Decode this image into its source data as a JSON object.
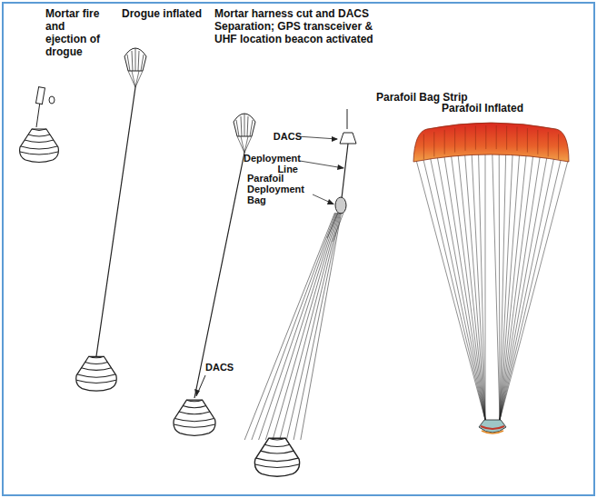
{
  "diagram": {
    "labels": [
      "Mortar fire and ejection of drogue",
      "Drogue inflated",
      "Mortar harness cut and DACS Separation; GPS transceiver & UHF location beacon activated",
      "Parafoil Bag Strip",
      "DACS",
      "Deployment Line",
      "Parafoil Deployment Bag",
      "DACS",
      "Parafoil Inflated"
    ]
  }
}
